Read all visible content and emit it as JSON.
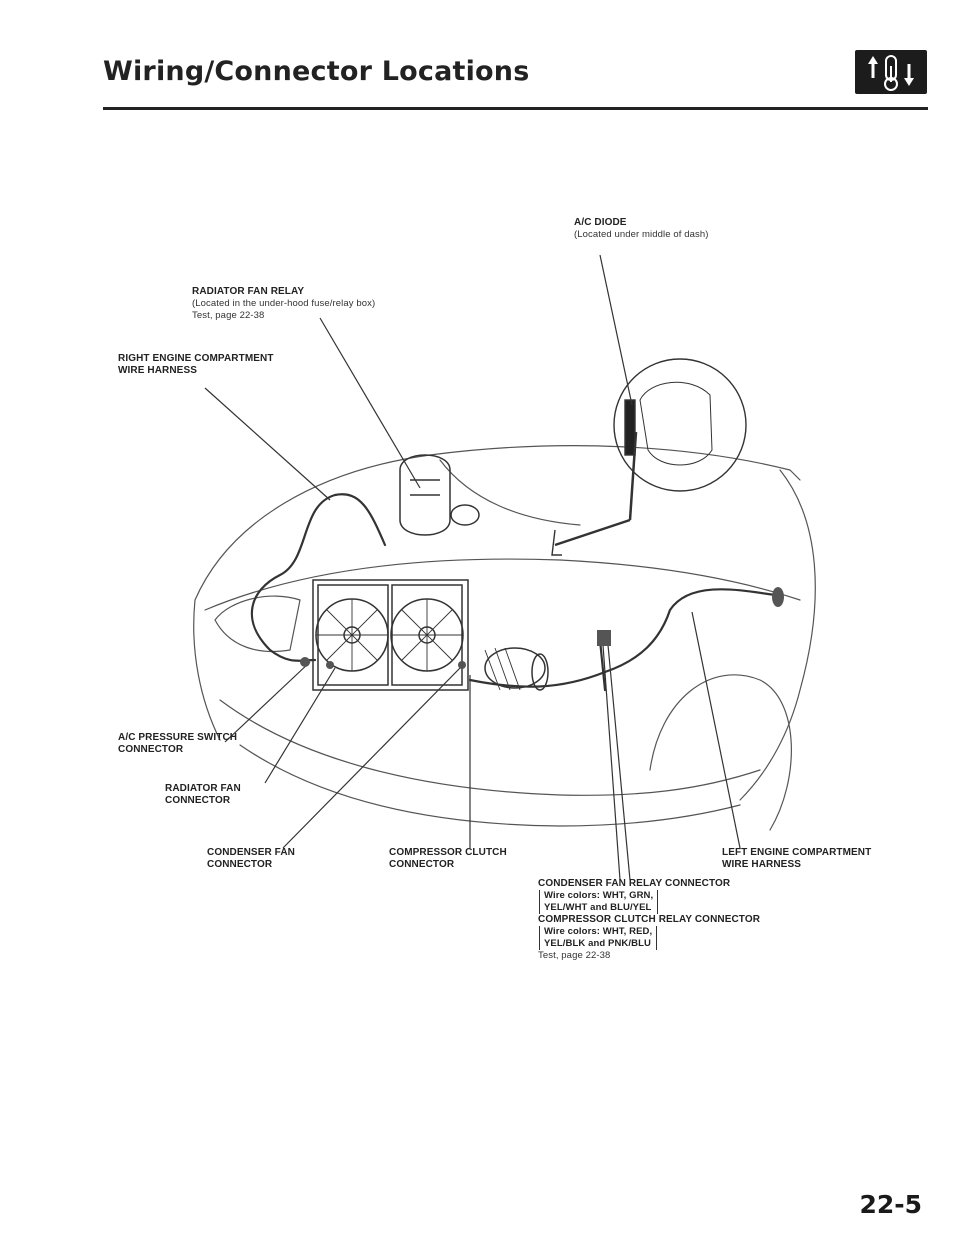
{
  "header": {
    "title": "Wiring/Connector Locations",
    "section_icon": "thermometer-arrows-icon"
  },
  "callouts": {
    "ac_diode": {
      "name": "A/C DIODE",
      "note": "(Located under middle of dash)"
    },
    "radiator_fan_relay": {
      "name": "RADIATOR FAN RELAY",
      "note": "(Located in the under-hood fuse/relay box)",
      "ref": "Test, page 22-38"
    },
    "right_harness": {
      "line1": "RIGHT ENGINE COMPARTMENT",
      "line2": "WIRE HARNESS"
    },
    "ac_pressure_switch": {
      "line1": "A/C PRESSURE SWITCH",
      "line2": "CONNECTOR"
    },
    "radiator_fan_connector": {
      "line1": "RADIATOR FAN",
      "line2": "CONNECTOR"
    },
    "condenser_fan_connector": {
      "line1": "CONDENSER FAN",
      "line2": "CONNECTOR"
    },
    "compressor_clutch_connector": {
      "line1": "COMPRESSOR CLUTCH",
      "line2": "CONNECTOR"
    },
    "left_harness": {
      "line1": "LEFT ENGINE COMPARTMENT",
      "line2": "WIRE HARNESS"
    },
    "condenser_fan_relay": {
      "name": "CONDENSER FAN RELAY CONNECTOR",
      "wire_line1": "Wire colors: WHT, GRN,",
      "wire_line2": "YEL/WHT and BLU/YEL"
    },
    "compressor_clutch_relay": {
      "name": "COMPRESSOR CLUTCH RELAY CONNECTOR",
      "wire_line1": "Wire colors: WHT, RED,",
      "wire_line2": "YEL/BLK and PNK/BLU",
      "ref": "Test, page 22-38"
    }
  },
  "footer": {
    "page_number": "22-5"
  }
}
